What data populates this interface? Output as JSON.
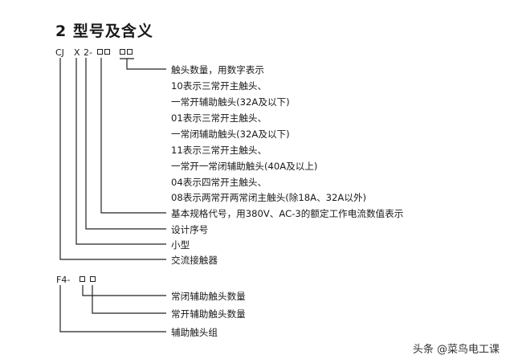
{
  "title": "2 型号及含义",
  "model1": {
    "prefix_cj": "CJ",
    "prefix_x": "X",
    "prefix_2": "2-",
    "descriptions": [
      "触头数量，用数字表示",
      "10表示三常开主触头、",
      "一常开辅助触头(32A及以下)",
      "01表示三常开主触头、",
      "一常闭辅助触头(32A及以下)",
      "11表示三常开主触头、",
      "一常开一常闭辅助触头(40A及以上)",
      "04表示四常开主触头、",
      "08表示两常开两常闭主触头(除18A、32A以外)",
      "基本规格代号，用380V、AC-3的额定工作电流数值表示",
      "设计序号",
      "小型",
      "交流接触器"
    ]
  },
  "model2": {
    "prefix": "F4-",
    "descriptions": [
      "常闭辅助触头数量",
      "常开辅助触头数量",
      "辅助触头组"
    ]
  },
  "watermark": "头条 @菜鸟电工课"
}
